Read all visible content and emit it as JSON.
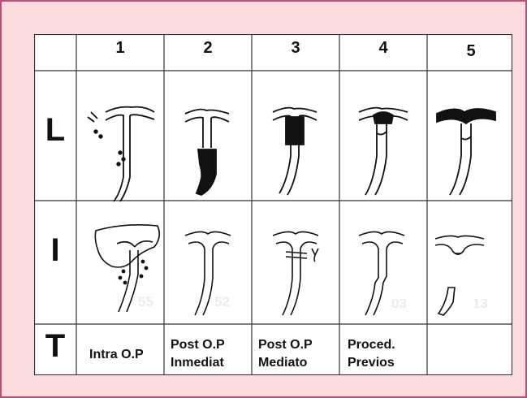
{
  "columns": [
    "1",
    "2",
    "3",
    "4",
    "5"
  ],
  "rows": [
    "L",
    "I",
    "T"
  ],
  "t_row": [
    {
      "line1": "Intra O.P",
      "line2": ""
    },
    {
      "line1": "Post O.P",
      "line2": "Inmediat"
    },
    {
      "line1": "Post O.P",
      "line2": "Mediato"
    },
    {
      "line1": "Proced.",
      "line2": "Previos"
    },
    {
      "line1": "",
      "line2": ""
    }
  ],
  "watermarks": [
    "55",
    "52",
    "03",
    "13"
  ],
  "colors": {
    "border": "#c04a78",
    "background": "#fbdcdc",
    "ink": "#111111"
  }
}
